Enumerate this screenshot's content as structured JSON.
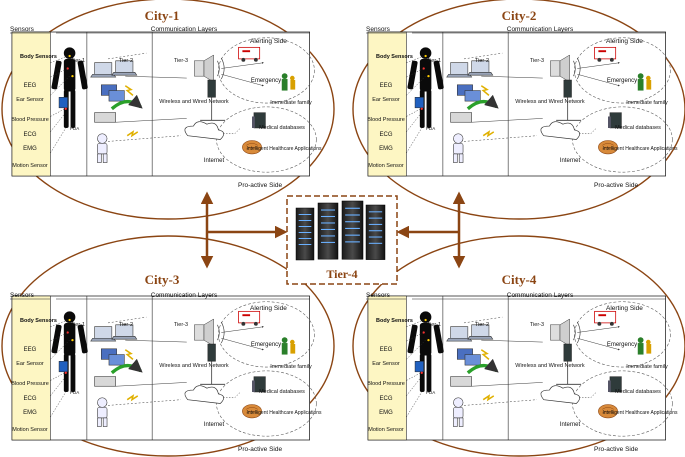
{
  "cities": [
    {
      "title": "City-1"
    },
    {
      "title": "City-2"
    },
    {
      "title": "City-3"
    },
    {
      "title": "City-4"
    }
  ],
  "panel": {
    "sensors_header": "Sensors",
    "comm_header": "Communication Layers",
    "alerting_side": "Alerting Side",
    "proactive_side": "Pro-active Side",
    "body_sensors": "Body Sensors",
    "tier1": "Tier-1",
    "tier2": "Tier-2",
    "tier3": "Tier-3",
    "sensor_labels": [
      "EEG",
      "Ear Sensor",
      "Blood Pressure",
      "ECG",
      "EMG",
      "Motion Sensor"
    ],
    "pda": "PDA",
    "network": "Wireless and Wired Network",
    "internet": "Internet",
    "emergency": "Emergency",
    "family": "Immediate family",
    "medical_db": "Medical databases",
    "intelligent_apps": "Intelligent Healthcare Applications"
  },
  "center": {
    "label": "Tier-4"
  },
  "colors": {
    "accent": "#8b4513",
    "sensor_column": "#fdf6c3",
    "ellipse": "#8b4513"
  }
}
